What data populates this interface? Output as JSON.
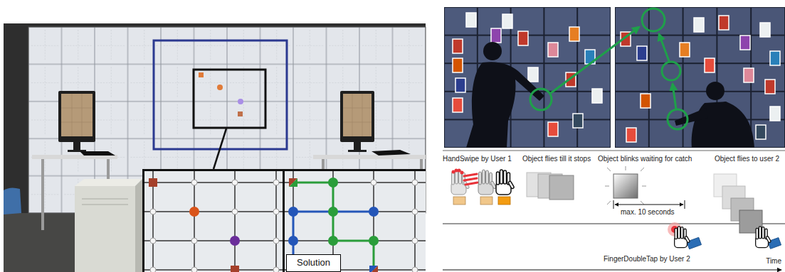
{
  "diagram": {
    "nodes": [
      {
        "text": [
          "Solution"
        ]
      }
    ],
    "labels": [
      "HandSwipe by User 1",
      "Object flies till it stops",
      "Object blinks waiting for catch",
      "Object flies to user 2",
      "max. 10 seconds",
      "FingerDoubleTap by User 2",
      "Time"
    ]
  }
}
